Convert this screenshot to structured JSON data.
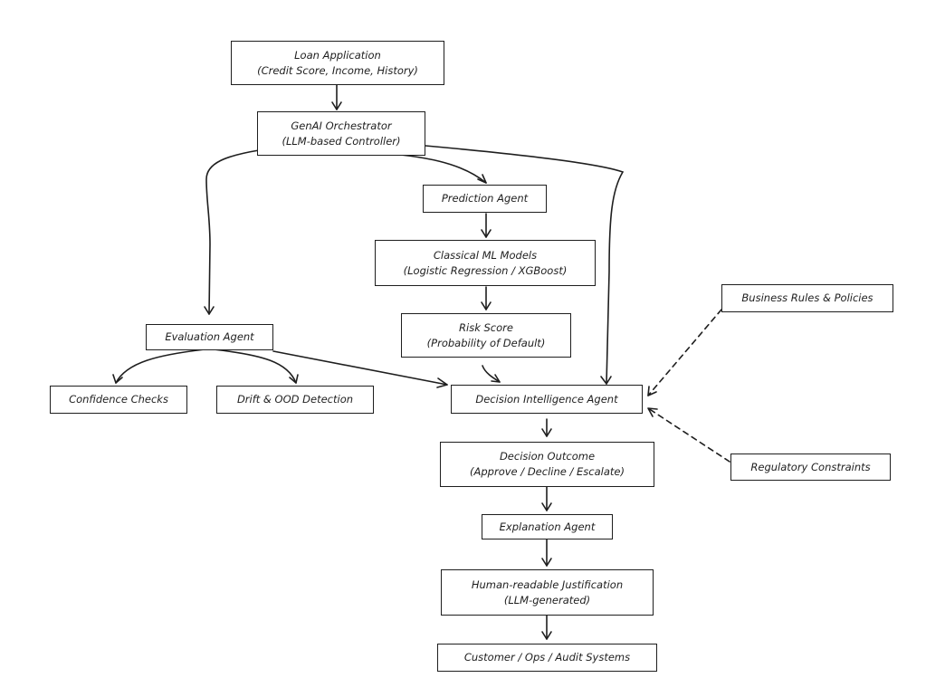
{
  "nodes": {
    "loan_application": {
      "line1": "Loan Application",
      "line2": "(Credit Score, Income, History)"
    },
    "genai_orchestrator": {
      "line1": "GenAI Orchestrator",
      "line2": "(LLM-based Controller)"
    },
    "prediction_agent": {
      "line1": "Prediction Agent"
    },
    "classical_ml": {
      "line1": "Classical ML Models",
      "line2": "(Logistic Regression / XGBoost)"
    },
    "risk_score": {
      "line1": "Risk Score",
      "line2": "(Probability of Default)"
    },
    "evaluation_agent": {
      "line1": "Evaluation Agent"
    },
    "confidence_checks": {
      "line1": "Confidence Checks"
    },
    "drift_ood": {
      "line1": "Drift & OOD Detection"
    },
    "decision_intelligence": {
      "line1": "Decision Intelligence Agent"
    },
    "business_rules": {
      "line1": "Business Rules & Policies"
    },
    "regulatory_constraints": {
      "line1": "Regulatory Constraints"
    },
    "decision_outcome": {
      "line1": "Decision Outcome",
      "line2": "(Approve / Decline / Escalate)"
    },
    "explanation_agent": {
      "line1": "Explanation Agent"
    },
    "justification": {
      "line1": "Human-readable Justification",
      "line2": "(LLM-generated)"
    },
    "downstream_systems": {
      "line1": "Customer / Ops / Audit Systems"
    }
  },
  "edges": [
    {
      "from": "loan_application",
      "to": "genai_orchestrator",
      "style": "solid"
    },
    {
      "from": "genai_orchestrator",
      "to": "evaluation_agent",
      "style": "solid"
    },
    {
      "from": "genai_orchestrator",
      "to": "prediction_agent",
      "style": "solid"
    },
    {
      "from": "genai_orchestrator",
      "to": "decision_intelligence",
      "style": "solid"
    },
    {
      "from": "prediction_agent",
      "to": "classical_ml",
      "style": "solid"
    },
    {
      "from": "classical_ml",
      "to": "risk_score",
      "style": "solid"
    },
    {
      "from": "risk_score",
      "to": "decision_intelligence",
      "style": "solid"
    },
    {
      "from": "evaluation_agent",
      "to": "confidence_checks",
      "style": "solid"
    },
    {
      "from": "evaluation_agent",
      "to": "drift_ood",
      "style": "solid"
    },
    {
      "from": "evaluation_agent",
      "to": "decision_intelligence",
      "style": "solid"
    },
    {
      "from": "business_rules",
      "to": "decision_intelligence",
      "style": "dashed"
    },
    {
      "from": "regulatory_constraints",
      "to": "decision_intelligence",
      "style": "dashed"
    },
    {
      "from": "decision_intelligence",
      "to": "decision_outcome",
      "style": "solid"
    },
    {
      "from": "decision_outcome",
      "to": "explanation_agent",
      "style": "solid"
    },
    {
      "from": "explanation_agent",
      "to": "justification",
      "style": "solid"
    },
    {
      "from": "justification",
      "to": "downstream_systems",
      "style": "solid"
    }
  ]
}
